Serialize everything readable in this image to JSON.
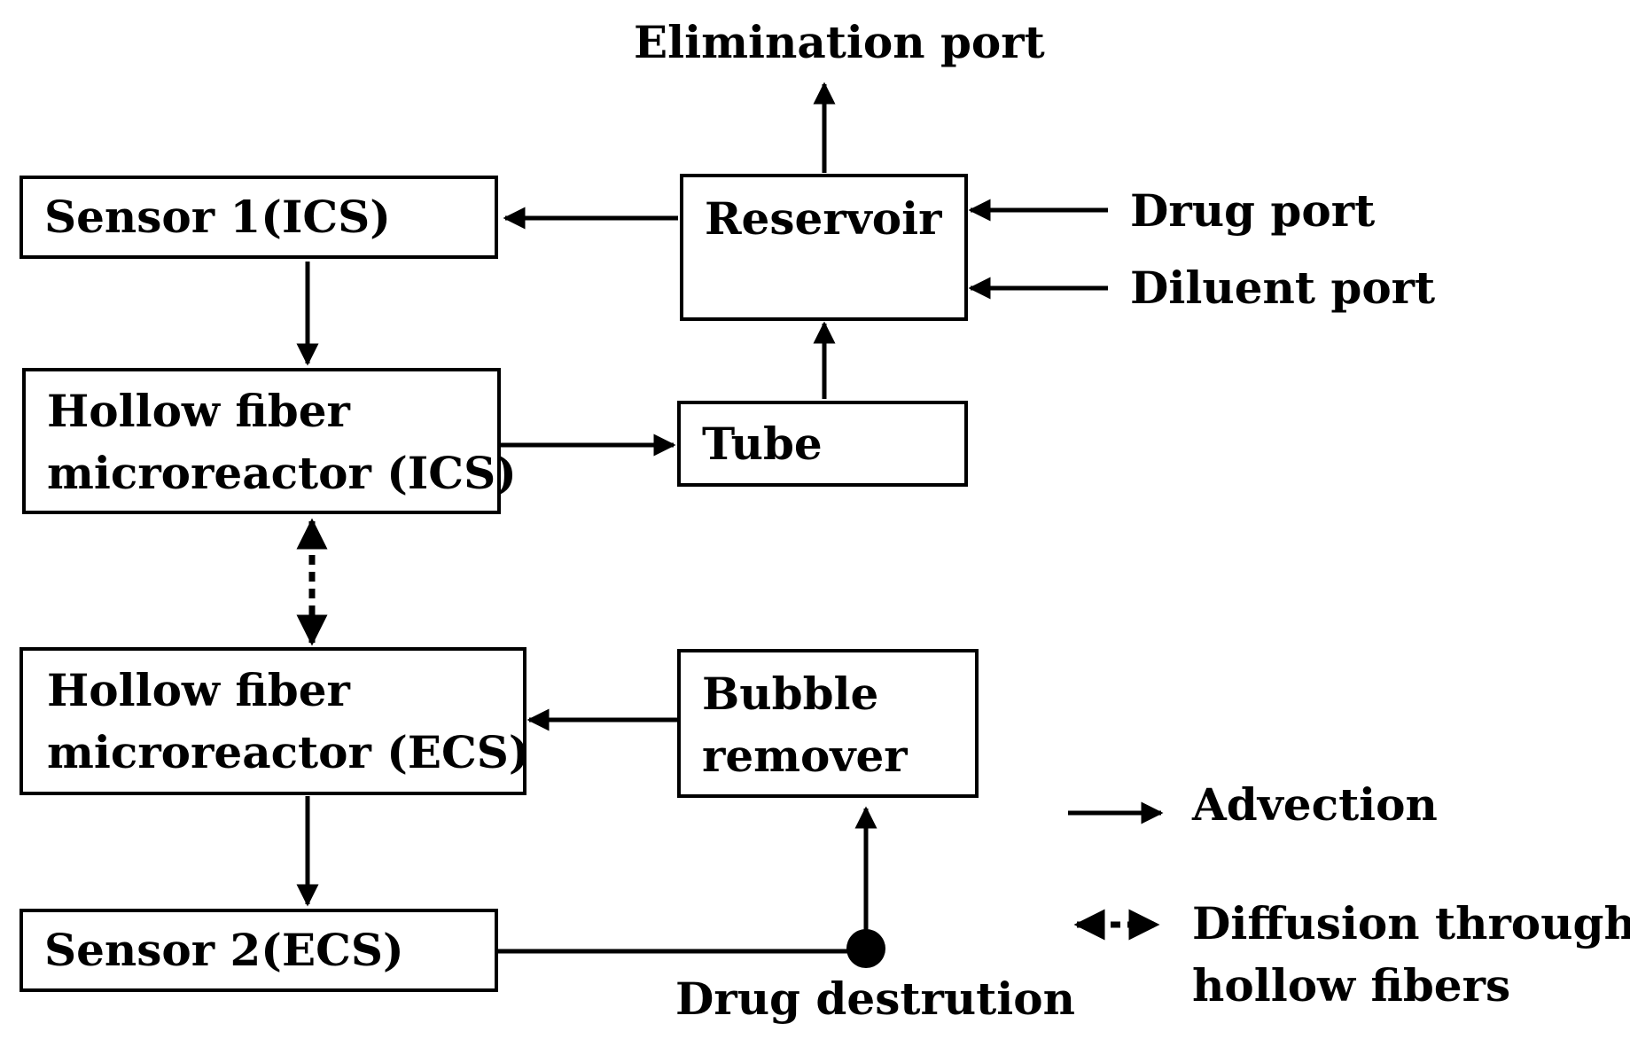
{
  "boxes": {
    "sensor1": "Sensor 1(ICS)",
    "reservoir": "Reservoir",
    "hf_ics_line1": "Hollow fiber",
    "hf_ics_line2": "microreactor (ICS)",
    "tube": "Tube",
    "hf_ecs_line1": "Hollow fiber",
    "hf_ecs_line2": "microreactor (ECS)",
    "bubble_line1": "Bubble",
    "bubble_line2": "remover",
    "sensor2": "Sensor 2(ECS)"
  },
  "ports": {
    "elimination": "Elimination port",
    "drug": "Drug port",
    "diluent": "Diluent port",
    "destruction": "Drug destrution"
  },
  "legend": {
    "advection": "Advection",
    "diffusion_line1": "Diffusion through",
    "diffusion_line2": "hollow fibers"
  }
}
